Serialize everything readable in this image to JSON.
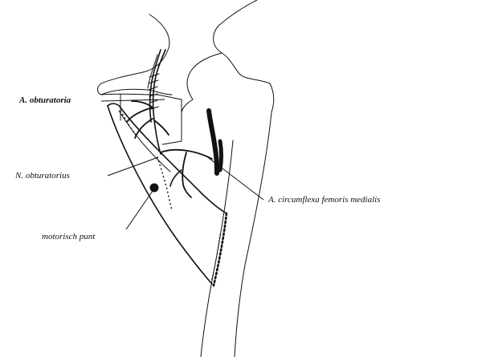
{
  "labels": {
    "a_obturatoria": "A. obturatoria",
    "n_obturatorius": "N. obturatorius",
    "motorisch_punt": "motorisch punt",
    "a_circumflexa": "A. circumflexa femoris medialis"
  },
  "colors": {
    "ink": "#111111",
    "background": "#ffffff"
  }
}
